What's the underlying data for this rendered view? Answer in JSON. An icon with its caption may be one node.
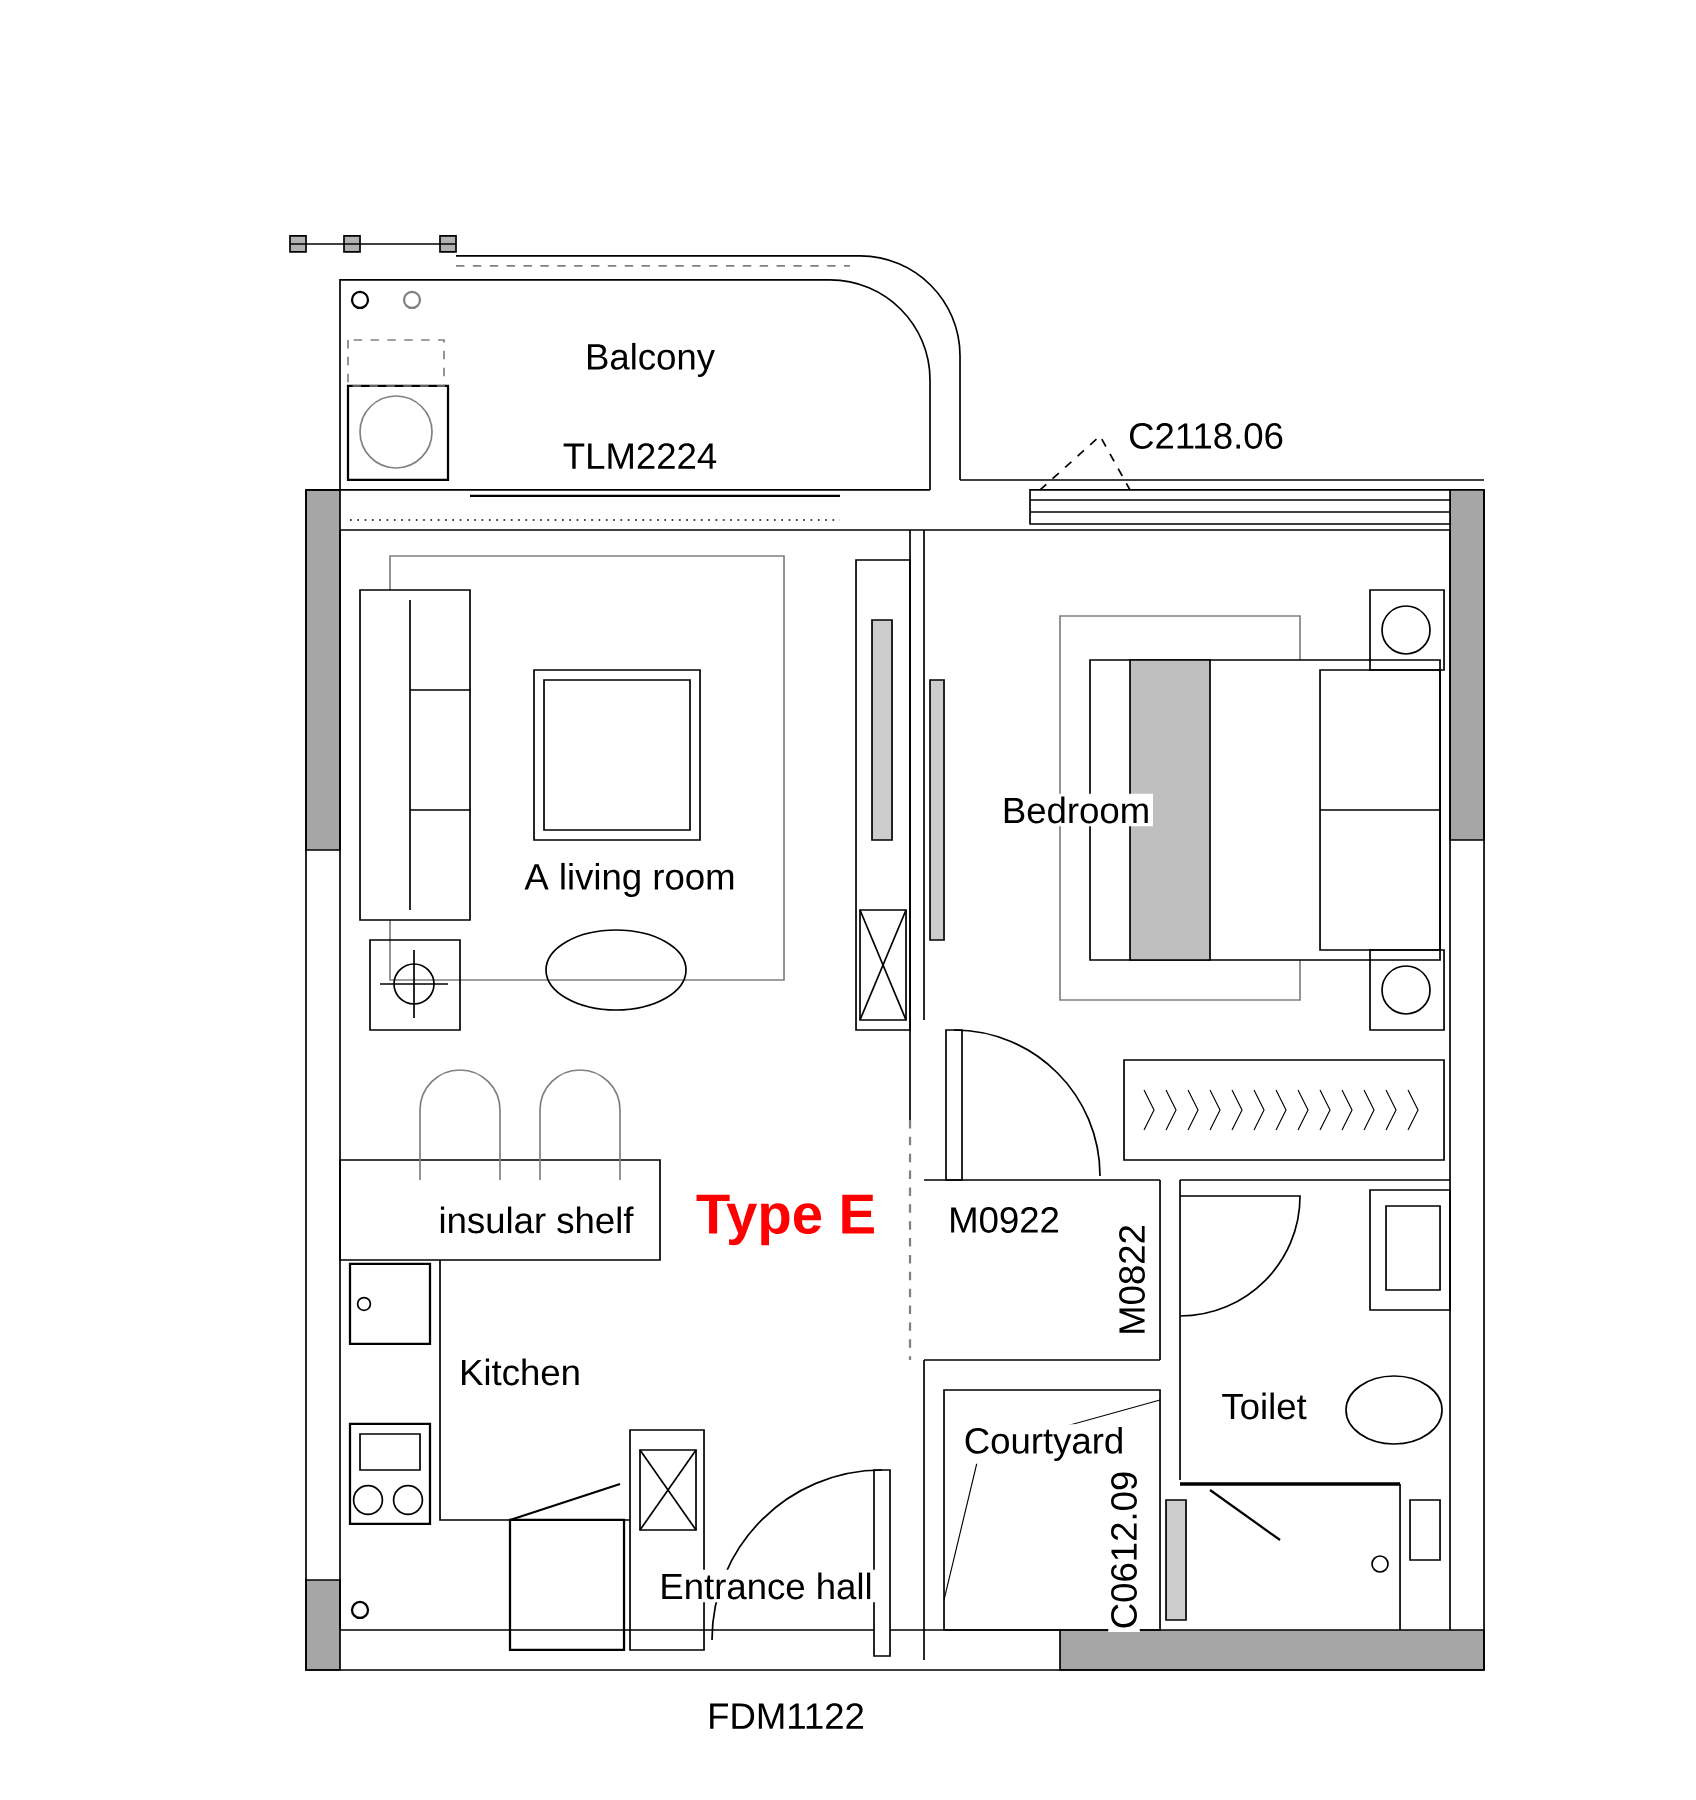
{
  "diagram": {
    "labels": [
      "Balcony",
      "TLM2224",
      "C2118.06",
      "A living room",
      "Bedroom",
      "insular shelf",
      "Type E",
      "M0922",
      "M0822",
      "Kitchen",
      "Toilet",
      "Courtyard",
      "C0612.09",
      "Entrance hall",
      "FDM1122"
    ]
  }
}
